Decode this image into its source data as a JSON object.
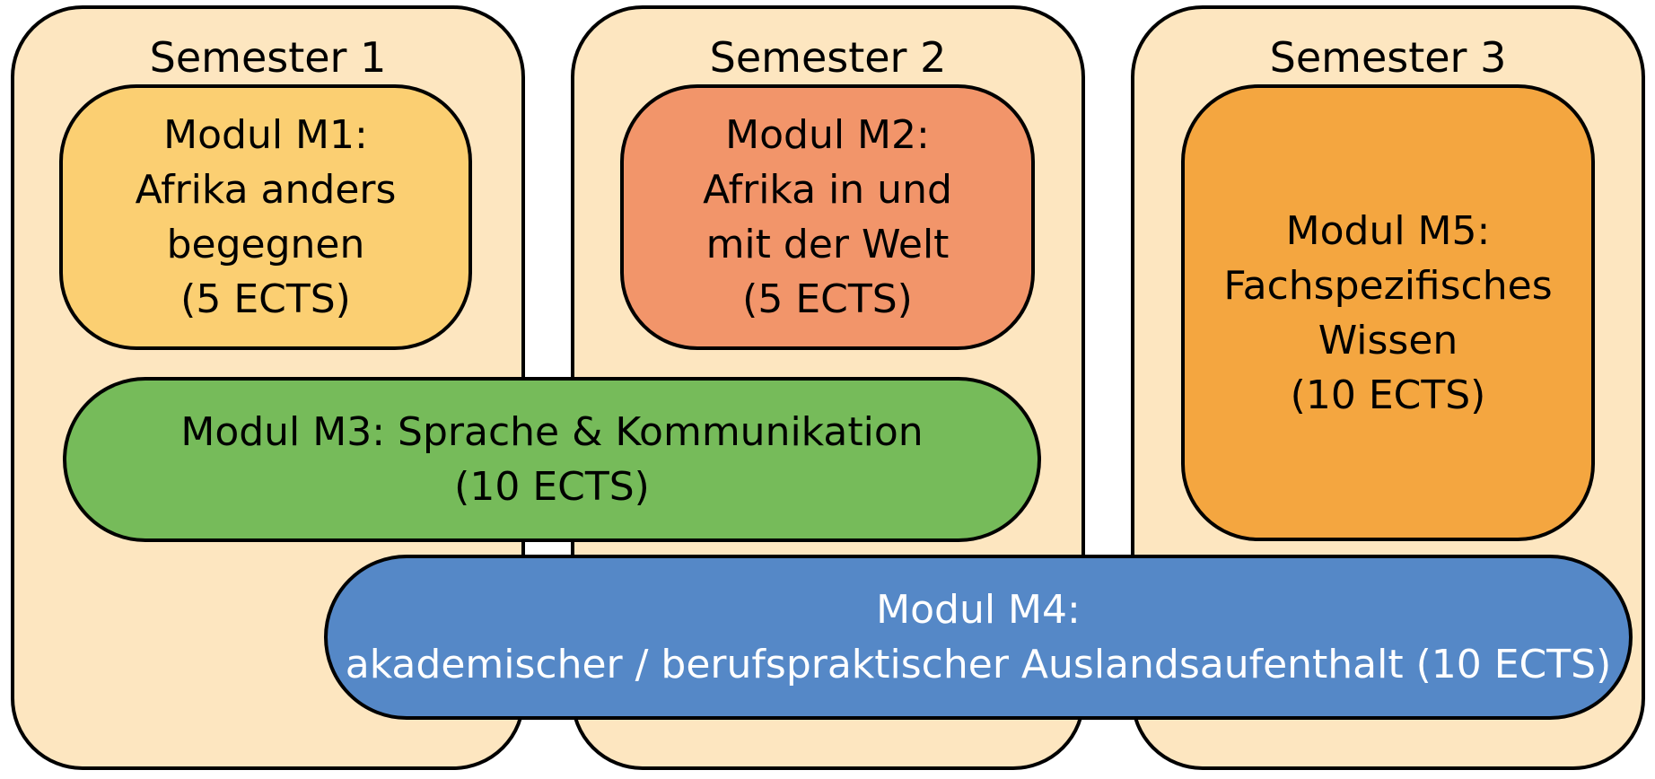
{
  "semesters": [
    {
      "title": "Semester 1"
    },
    {
      "title": "Semester 2"
    },
    {
      "title": "Semester 3"
    }
  ],
  "modules": {
    "m1": {
      "lines": [
        "Modul M1:",
        "Afrika anders",
        "begegnen",
        "(5 ECTS)"
      ],
      "color": "#fbcf72"
    },
    "m2": {
      "lines": [
        "Modul M2:",
        "Afrika in und",
        "mit der Welt",
        "(5 ECTS)"
      ],
      "color": "#f2956a"
    },
    "m3": {
      "lines": [
        "Modul M3:  Sprache & Kommunikation",
        "(10 ECTS)"
      ],
      "color": "#76bb5a"
    },
    "m4": {
      "lines": [
        "Modul M4:",
        "akademischer / berufspraktischer Auslandsaufenthalt (10 ECTS)"
      ],
      "color": "#5588c7"
    },
    "m5": {
      "lines": [
        "Modul M5:",
        "Fachspezifisches",
        "Wissen",
        "(10 ECTS)"
      ],
      "color": "#f4a640"
    }
  }
}
